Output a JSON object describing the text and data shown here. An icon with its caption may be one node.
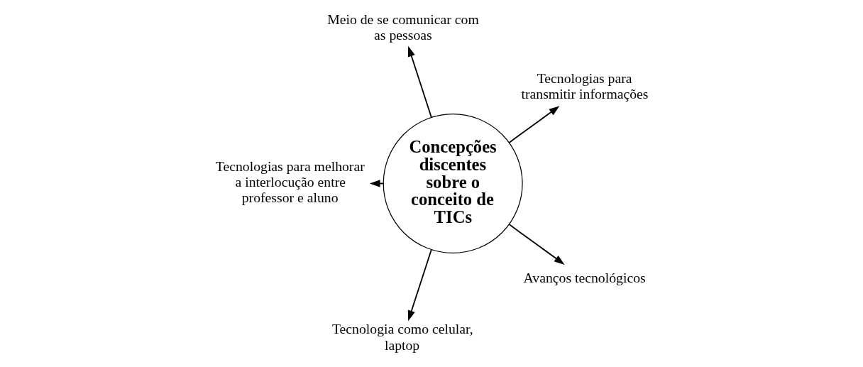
{
  "diagram": {
    "nodes": [
      {
        "text": [
          "Concepções discentes sobre o conceito de TICs"
        ]
      },
      {
        "text": [
          "Tecnologias para transmitir informações"
        ]
      },
      {
        "text": [
          "Meio de se comunicar com as pessoas"
        ]
      },
      {
        "text": [
          "Tecnologias para melhorar a interlocução entre professor e aluno"
        ]
      },
      {
        "text": [
          "Tecnologia como celular, laptop"
        ]
      },
      {
        "text": [
          "Avanços tecnológicos"
        ]
      }
    ],
    "edges": [
      {
        "from": 0,
        "to": 1,
        "arrow": "to"
      },
      {
        "from": 0,
        "to": 2,
        "arrow": "to"
      },
      {
        "from": 0,
        "to": 3,
        "arrow": "to"
      },
      {
        "from": 0,
        "to": 4,
        "arrow": "to"
      },
      {
        "from": 0,
        "to": 5,
        "arrow": "to"
      }
    ]
  }
}
